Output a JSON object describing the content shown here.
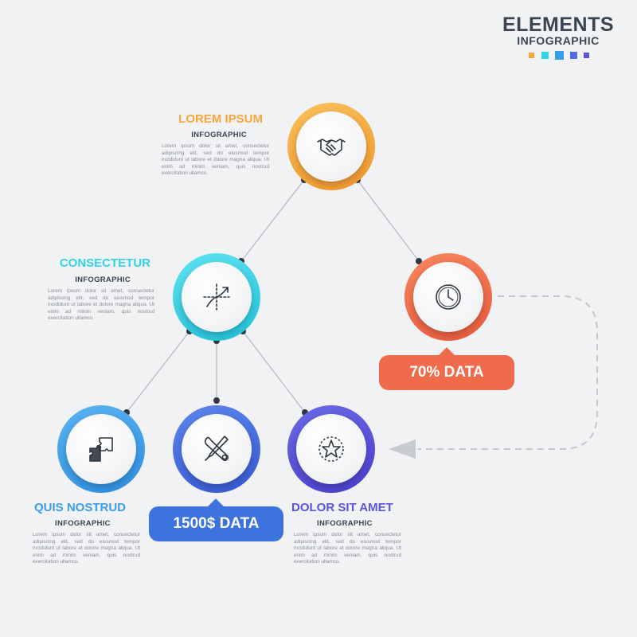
{
  "brand": {
    "title": "ELEMENTS",
    "subtitle": "INFOGRAPHIC",
    "palette": [
      "#f6a63a",
      "#31d3e6",
      "#3a9de8",
      "#4f6ee0",
      "#5a53d8"
    ]
  },
  "nodes": [
    {
      "id": "top",
      "icon": "handshake-icon",
      "color": "#f6a63a",
      "title": "LOREM IPSUM",
      "subtitle": "INFOGRAPHIC",
      "text": "Lorem ipsum dolor sit amet, consectetur adipiscing elit, sed do eiusmod tempor incididunt ut labore et dolore magna aliqua. Ut enim ad minim veniam, quis nostrud exercitation ullamco."
    },
    {
      "id": "middle",
      "icon": "growth-chart-icon",
      "color": "#31d3e6",
      "title": "CONSECTETUR",
      "subtitle": "INFOGRAPHIC",
      "text": "Lorem ipsum dolor sit amet, consectetur adipiscing elit, sed do eiusmod tempor incididunt ut labore et dolore magna aliqua. Ut enim ad minim veniam, quis nostrud exercitation ullamco."
    },
    {
      "id": "right",
      "icon": "clock-icon",
      "color": "#f06a4c",
      "title": "",
      "subtitle": "",
      "text": ""
    },
    {
      "id": "bottom-left",
      "icon": "puzzle-icon",
      "color": "#3a9de8",
      "title": "QUIS NOSTRUD",
      "subtitle": "INFOGRAPHIC",
      "text": "Lorem ipsum dolor sit amet, consectetur adipiscing elit, sed do eiusmod tempor incididunt ut labore et dolore magna aliqua. Ut enim ad minim veniam, quis nostrud exercitation ullamco."
    },
    {
      "id": "bottom-center",
      "icon": "tools-icon",
      "color": "#4a70e0",
      "title": "",
      "subtitle": "",
      "text": ""
    },
    {
      "id": "bottom-right",
      "icon": "star-icon",
      "color": "#5a53d8",
      "title": "DOLOR SIT AMET",
      "subtitle": "INFOGRAPHIC",
      "text": "Lorem ipsum dolor sit amet, consectetur adipiscing elit, sed do eiusmod tempor incididunt ut labore et dolore magna aliqua. Ut enim ad minim veniam, quis nostrud exercitation ullamco."
    }
  ],
  "edges": [
    {
      "from": "top",
      "to": "middle"
    },
    {
      "from": "top",
      "to": "right"
    },
    {
      "from": "middle",
      "to": "bottom-left"
    },
    {
      "from": "middle",
      "to": "bottom-center"
    },
    {
      "from": "middle",
      "to": "bottom-right"
    },
    {
      "from": "right",
      "to": "bottom-right",
      "style": "dashed-arrow"
    }
  ],
  "callouts": {
    "right_data": {
      "text": "70% DATA",
      "color": "#f06a4c"
    },
    "center_data": {
      "text": "1500$ DATA",
      "color": "#3d73dc"
    }
  }
}
